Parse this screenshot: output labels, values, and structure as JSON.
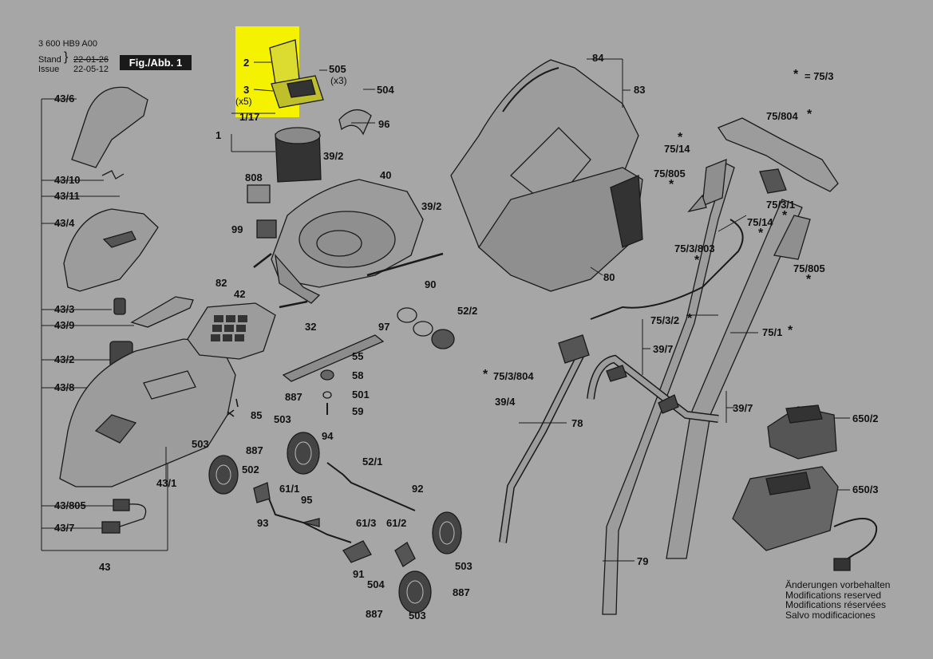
{
  "header": {
    "doc_number": "3 600 HB9 A00",
    "stand_label": "Stand",
    "stand_date_old": "22-01-26",
    "issue_label": "Issue",
    "issue_date": "22-05-12",
    "figure_label": "Fig./Abb. 1"
  },
  "legend": {
    "star_note": "= 75/3"
  },
  "labels": {
    "l2": "2",
    "l505a": "505",
    "l505qty": "(x3)",
    "l504a": "504",
    "l3": "3",
    "l3qty": "(x5)",
    "l117": "1/17",
    "l96": "96",
    "l1": "1",
    "l392a": "39/2",
    "l808": "808",
    "l40": "40",
    "l392b": "39/2",
    "l99": "99",
    "l436": "43/6",
    "l4310": "43/10",
    "l4311": "43/11",
    "l434": "43/4",
    "l433": "43/3",
    "l439": "43/9",
    "l432": "43/2",
    "l438": "43/8",
    "l43805": "43/805",
    "l437": "43/7",
    "l43": "43",
    "l431": "43/1",
    "l82": "82",
    "l42": "42",
    "l90": "90",
    "l32": "32",
    "l97": "97",
    "l522": "52/2",
    "l55": "55",
    "l58": "58",
    "l501": "501",
    "l59": "59",
    "l85": "85",
    "l887a": "887",
    "l503a": "503",
    "l94": "94",
    "l503b": "503",
    "l887b": "887",
    "l502": "502",
    "l521": "52/1",
    "l92": "92",
    "l611": "61/1",
    "l95": "95",
    "l93": "93",
    "l613": "61/3",
    "l612": "61/2",
    "l91": "91",
    "l504b": "504",
    "l503c": "503",
    "l887c": "887",
    "l887d": "887",
    "l503d": "503",
    "l84": "84",
    "l83": "83",
    "l80": "80",
    "l7514a": "75/14",
    "l75805a": "75/805",
    "l75804": "75/804",
    "l7531": "75/3/1",
    "l7514b": "75/14",
    "l753803": "75/3/803",
    "l75805b": "75/805",
    "l7532": "75/3/2",
    "l751": "75/1",
    "l397a": "39/7",
    "l753804": "75/3/804",
    "l394": "39/4",
    "l78": "78",
    "l397b": "39/7",
    "l6502": "650/2",
    "l6503": "650/3",
    "l79": "79"
  },
  "notes": [
    "Änderungen vorbehalten",
    "Modifications reserved",
    "Modifications réservées",
    "Salvo modificaciones"
  ]
}
